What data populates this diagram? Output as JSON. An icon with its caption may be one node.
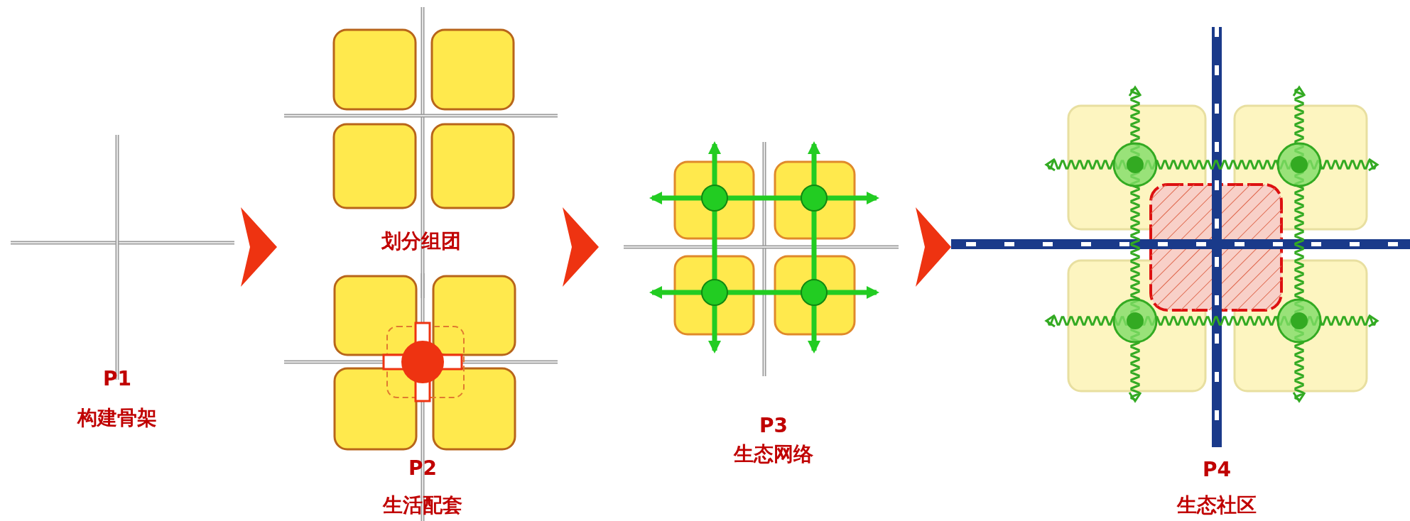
{
  "diagram": {
    "nodes": [
      {
        "text": [
          "P1",
          "构建骨架"
        ]
      },
      {
        "text": [
          "划分组团",
          "P2",
          "生活配套"
        ]
      },
      {
        "text": [
          "P3",
          "生态网络"
        ]
      },
      {
        "text": [
          "P4",
          "生态社区"
        ]
      }
    ],
    "edges": [
      {
        "from": 0,
        "to": 1,
        "arrow": "to"
      },
      {
        "from": 1,
        "to": 2,
        "arrow": "to"
      },
      {
        "from": 2,
        "to": 3,
        "arrow": "to"
      }
    ]
  }
}
